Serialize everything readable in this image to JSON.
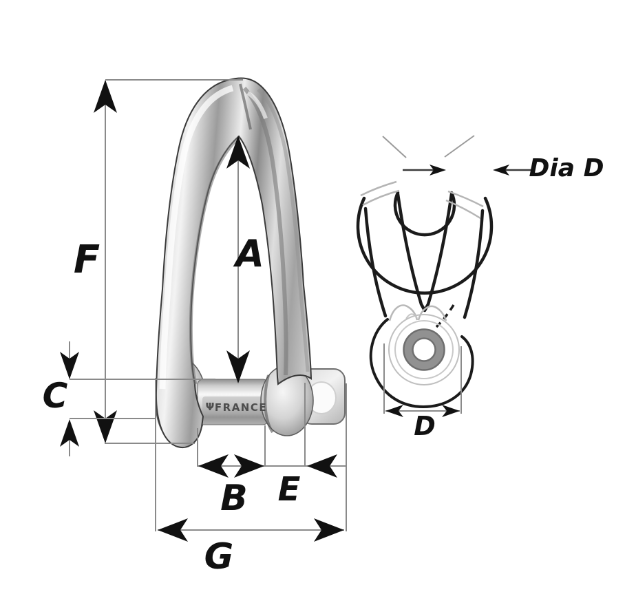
{
  "page": {
    "background": "#ffffff"
  },
  "diagram": {
    "subject": "twisted-shackle-dimensional-drawing",
    "colors": {
      "outline": "#1b1b1b",
      "dimension_line": "#8a8a8a",
      "arrowhead": "#111111",
      "label": "#111111",
      "thin_detail": "#b5b5b5"
    },
    "labels": {
      "A": "A",
      "B": "B",
      "C": "C",
      "D": "D",
      "E": "E",
      "F": "F",
      "G": "G",
      "dia_d": "Dia D"
    },
    "pin": {
      "engraving": "FRANCE",
      "logo_glyph": "Ψ"
    }
  }
}
